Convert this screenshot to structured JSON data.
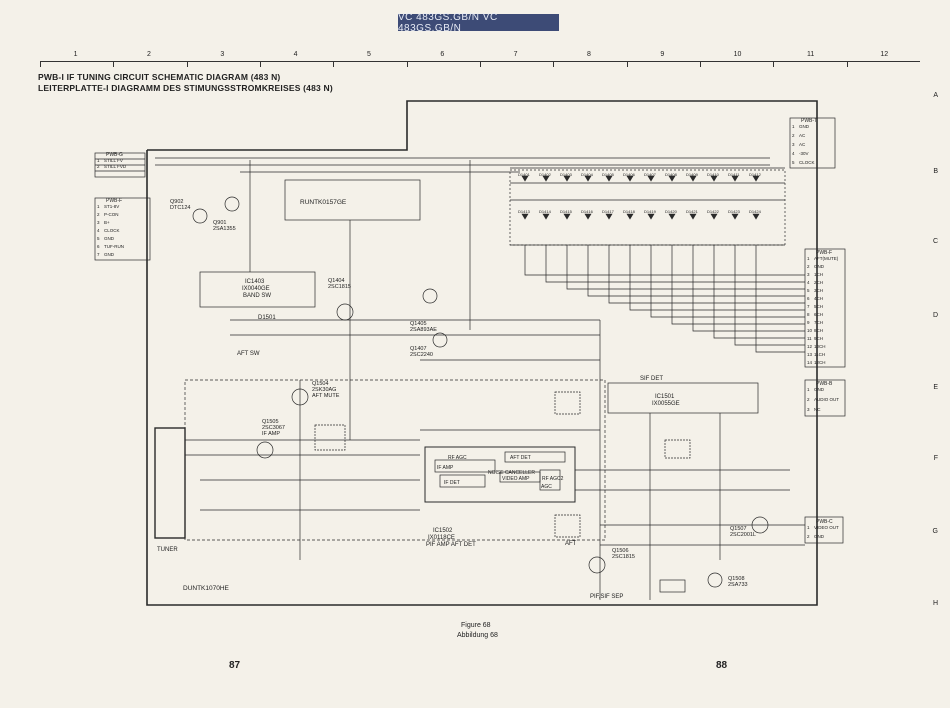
{
  "header": {
    "model_banner": "VC 483GS.GB/N   VC 483GS.GB/N"
  },
  "grid": {
    "columns": [
      "1",
      "2",
      "3",
      "4",
      "5",
      "6",
      "7",
      "8",
      "9",
      "10",
      "11",
      "12"
    ],
    "rows": [
      "A",
      "B",
      "C",
      "D",
      "E",
      "F",
      "G",
      "H"
    ]
  },
  "title": {
    "line1": "PWB-I IF TUNING CIRCUIT SCHEMATIC DIAGRAM (483 N)",
    "line2": "LEITERPLATTE-I DIAGRAMM DES STIMUNGSSTROMKREISES (483 N)"
  },
  "ics": {
    "ic1401": "RUNTK0157GE",
    "ic1403": {
      "ref": "IC1403",
      "part": "IX0040GE",
      "label": "BAND SW"
    },
    "ic1501": {
      "ref": "IC1501",
      "part": "IX0055GE",
      "label": "SIF DET"
    },
    "ic1502": {
      "ref": "IC1502",
      "part": "IX0118CE",
      "label": "PIF AMP AFT DET"
    },
    "ic1502_blocks": [
      "IF AMP",
      "NOISE CANCELLER",
      "AFT DET",
      "IF DET",
      "VIDEO AMP",
      "RF AGC",
      "RF AGC2",
      "AGC"
    ],
    "tuner": "TUNER",
    "tuner_part": "DUNTK1070HE"
  },
  "transistors": [
    {
      "ref": "Q902",
      "part": "DTC124"
    },
    {
      "ref": "Q901",
      "part": "2SA1355"
    },
    {
      "ref": "Q1404",
      "part": "2SC1815"
    },
    {
      "ref": "Q1405",
      "part": "2SA893AE"
    },
    {
      "ref": "Q1407",
      "part": "2SC2240"
    },
    {
      "ref": "Q1504",
      "part": "2SK30AG",
      "label": "AFT MUTE"
    },
    {
      "ref": "Q1505",
      "part": "2SC3067",
      "label": "IF AMP"
    },
    {
      "ref": "Q1506",
      "part": "2SC1815"
    },
    {
      "ref": "Q1507",
      "part": "2SC2001L"
    },
    {
      "ref": "Q1508",
      "part": "2SA733"
    }
  ],
  "connectors": {
    "pwb_g": {
      "title": "PWB-G",
      "pins": [
        {
          "n": "1",
          "name": "STILL FV"
        },
        {
          "n": "2",
          "name": "STILL FVD"
        }
      ]
    },
    "pwb_f_left": {
      "title": "PWB-F",
      "pins": [
        {
          "n": "1",
          "name": "ST1-8V"
        },
        {
          "n": "2",
          "name": "P-CON"
        },
        {
          "n": "3",
          "name": "B+"
        },
        {
          "n": "4",
          "name": "CLOCK"
        },
        {
          "n": "5",
          "name": "GND"
        },
        {
          "n": "6",
          "name": "TUF-RUN"
        },
        {
          "n": "7",
          "name": "GND"
        }
      ]
    },
    "pwb_t": {
      "title": "PWB-T",
      "pins": [
        {
          "n": "1",
          "name": "GND"
        },
        {
          "n": "2",
          "name": "AC"
        },
        {
          "n": "3",
          "name": "AC"
        },
        {
          "n": "4",
          "name": "-30V"
        },
        {
          "n": "5",
          "name": "CLOCK"
        }
      ]
    },
    "pwb_f_right": {
      "title": "PWB-F",
      "pins": [
        {
          "n": "1",
          "name": "AFT(MUTE)"
        },
        {
          "n": "2",
          "name": "GND"
        },
        {
          "n": "3",
          "name": "1CH"
        },
        {
          "n": "4",
          "name": "2CH"
        },
        {
          "n": "5",
          "name": "3CH"
        },
        {
          "n": "6",
          "name": "4CH"
        },
        {
          "n": "7",
          "name": "5CH"
        },
        {
          "n": "8",
          "name": "6CH"
        },
        {
          "n": "9",
          "name": "7CH"
        },
        {
          "n": "10",
          "name": "8CH"
        },
        {
          "n": "11",
          "name": "9CH"
        },
        {
          "n": "12",
          "name": "10CH"
        },
        {
          "n": "13",
          "name": "11CH"
        },
        {
          "n": "14",
          "name": "12CH"
        }
      ]
    },
    "pwb_b": {
      "title": "PWB-B",
      "pins": [
        {
          "n": "1",
          "name": "GND"
        },
        {
          "n": "2",
          "name": "AUDIO OUT"
        },
        {
          "n": "3",
          "name": "NC"
        }
      ]
    },
    "pwb_c": {
      "title": "PWB-C",
      "pins": [
        {
          "n": "1",
          "name": "VIDEO OUT"
        },
        {
          "n": "2",
          "name": "GND"
        }
      ]
    }
  },
  "diode_bank": [
    "D1401",
    "D1402",
    "D1403",
    "D1404",
    "D1405",
    "D1406",
    "D1407",
    "D1408",
    "D1409",
    "D1410",
    "D1411",
    "D1412"
  ],
  "diode_bank2": [
    "D1413",
    "D1414",
    "D1415",
    "D1416",
    "D1417",
    "D1418",
    "D1419",
    "D1420",
    "D1421",
    "D1422",
    "D1423",
    "D1424"
  ],
  "labels": {
    "bnd_sw": "D1501",
    "aft_sw": "AFT SW",
    "aft_det": "AFT DET",
    "pif_sif_sep": "PIF,SIF SEP",
    "aft": "AFT",
    "sif_det": "SIF DET"
  },
  "footer": {
    "figure": "Figure 68",
    "abbildung": "Abbildung 68",
    "page_left": "87",
    "page_right": "88"
  }
}
